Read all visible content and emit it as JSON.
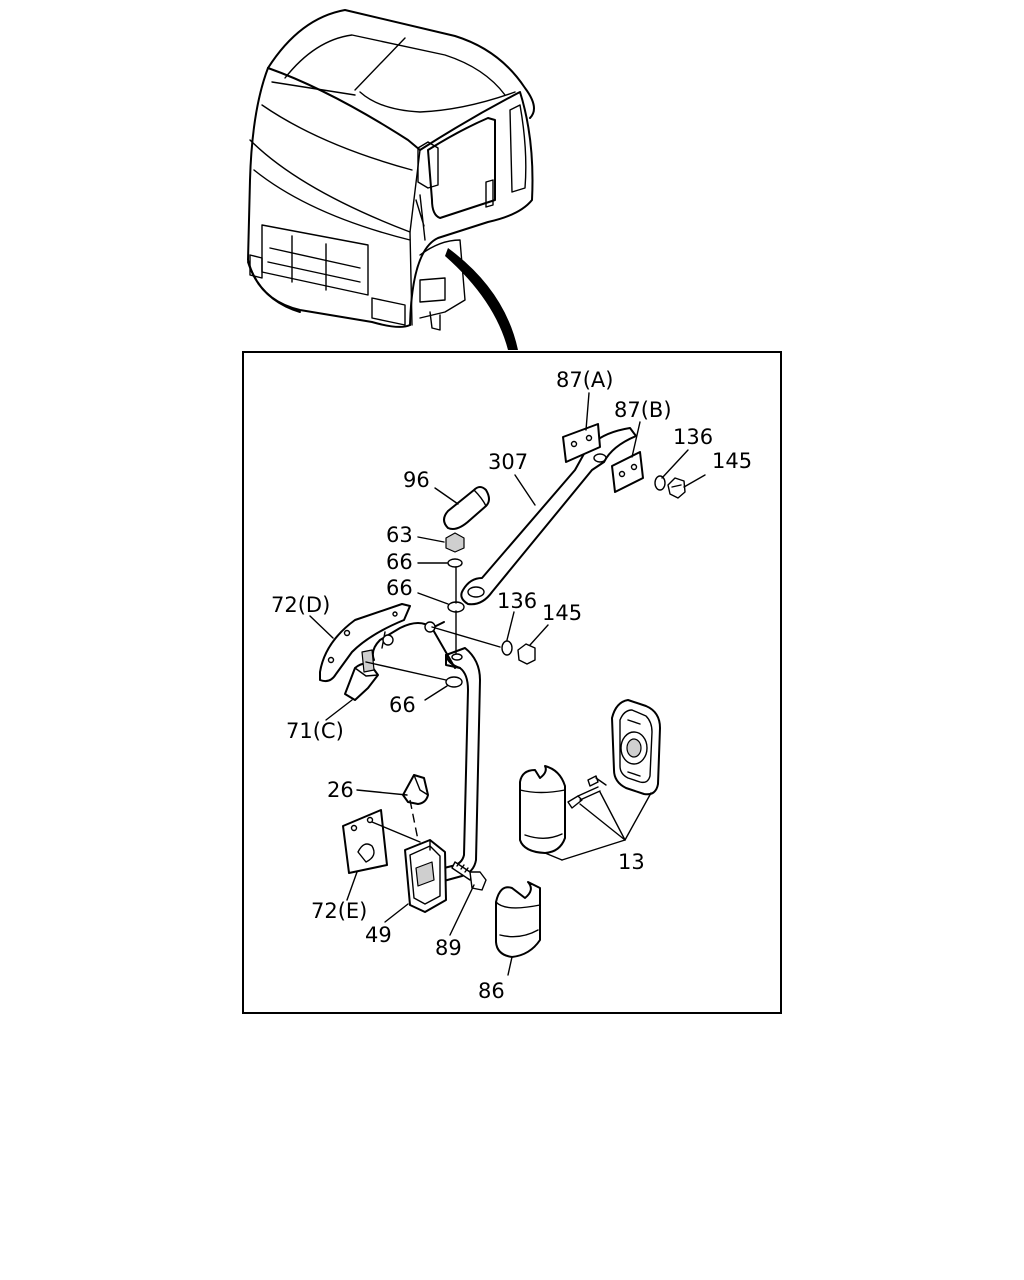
{
  "labels": {
    "l87a": "87(A)",
    "l87b": "87(B)",
    "l136a": "136",
    "l145a": "145",
    "l307": "307",
    "l96": "96",
    "l63": "63",
    "l66a": "66",
    "l66b": "66",
    "l136b": "136",
    "l145b": "145",
    "l72d": "72(D)",
    "l66c": "66",
    "l71c": "71(C)",
    "l26": "26",
    "l13": "13",
    "l72e": "72(E)",
    "l49": "49",
    "l89": "89",
    "l86": "86"
  }
}
